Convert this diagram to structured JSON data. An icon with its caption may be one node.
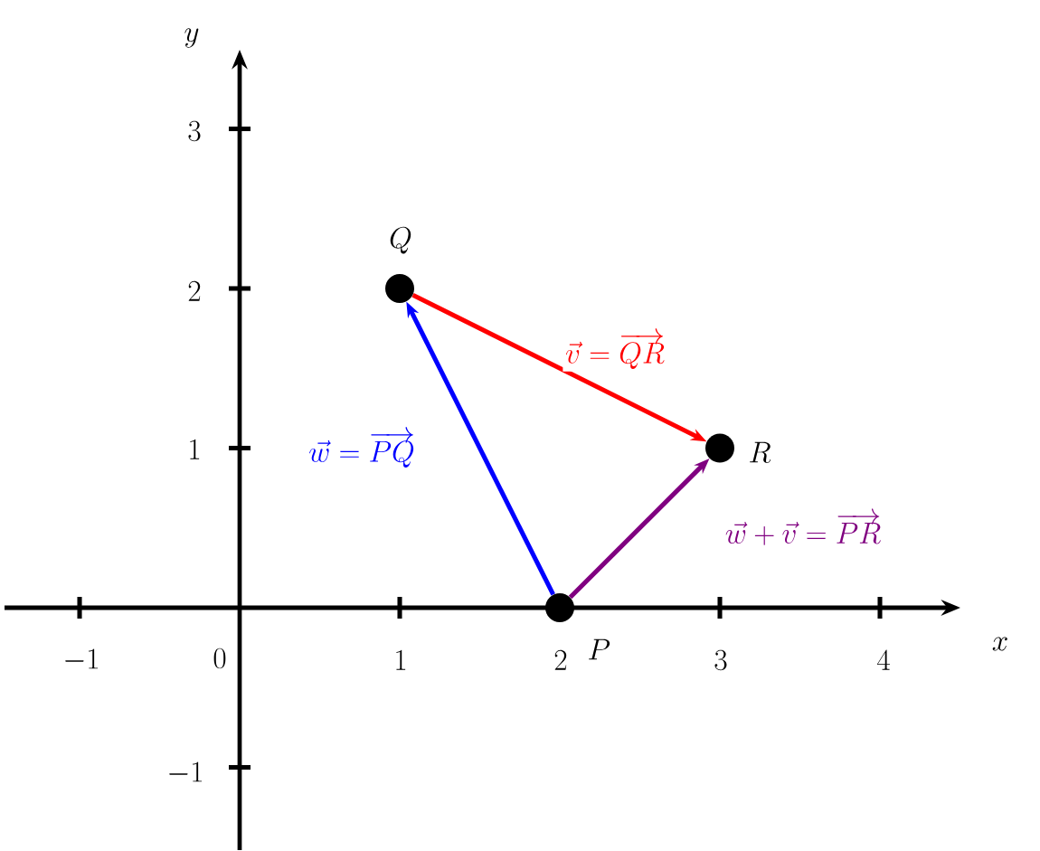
{
  "diagram": {
    "nodes": [
      {
        "text": [],
        "shape": "circle",
        "beside": [
          "Q"
        ]
      },
      {
        "text": [],
        "shape": "circle",
        "beside": [
          "R"
        ]
      },
      {
        "text": [],
        "shape": "circle",
        "beside": [
          "P"
        ]
      }
    ],
    "edges": [
      {
        "from": 2,
        "to": 0,
        "arrow": "to",
        "label": "\\vec{w} = \\overrightarrow{PQ}",
        "color": "#0000ff"
      },
      {
        "from": 0,
        "to": 1,
        "arrow": "to",
        "label": "\\vec{v} = \\overrightarrow{QR}",
        "color": "#ff0000"
      },
      {
        "from": 2,
        "to": 1,
        "arrow": "to",
        "label": "\\vec{w} + \\vec{v} = \\overrightarrow{PR}",
        "color": "#800080"
      }
    ],
    "labels": [
      "y",
      "3",
      "2",
      "1",
      "-1",
      "0",
      "1",
      "2",
      "3",
      "4",
      "x",
      "-1"
    ]
  }
}
